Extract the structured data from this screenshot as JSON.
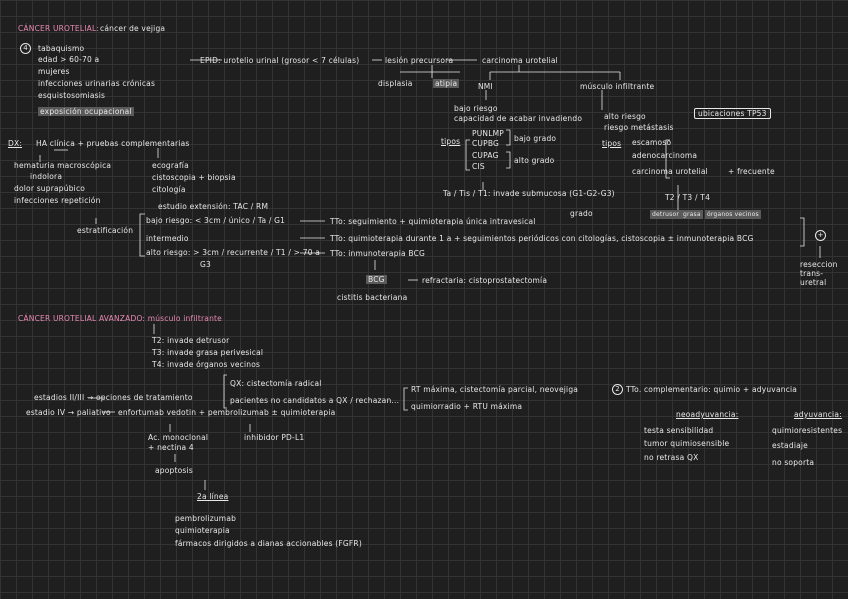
{
  "s1": {
    "title": "CÁNCER UROTELIAL:",
    "title_sub": "cáncer de vejiga",
    "num": "4",
    "risk": [
      "tabaquismo",
      "edad > 60-70 a",
      "mujeres",
      "infecciones urinarias crónicas",
      "esquistosomiasis",
      "exposición ocupacional"
    ],
    "epid": "EPID: urotelio urinal (grosor < 7 células)",
    "path": [
      "lesión precursora",
      "carcinoma urotelial"
    ],
    "precursors": [
      "displasia",
      "atipia"
    ],
    "nmi": "NMI",
    "mi": "músculo infiltrante",
    "nmi_feats": [
      "bajo riesgo",
      "capacidad de acabar invadiendo"
    ],
    "types_label": "tipos",
    "nmi_types": [
      "PUNLMP",
      "CUPBG",
      "CUPAG",
      "CIS"
    ],
    "grade_low": "bajo grado",
    "grade_high": "alto grado",
    "ta_line": "Ta / Tis / T1: invade submucosa (G1-G2-G3)",
    "grado": "grado",
    "mi_feats": [
      "alto riesgo",
      "riesgo metástasis"
    ],
    "mi_extra": "ubicaciones TP53",
    "mi_types": [
      "escamoso",
      "adenocarcinoma",
      "carcinoma urotelial",
      "+ frecuente"
    ],
    "t_stage": "T2 / T3 / T4",
    "t_sub": [
      "detrusor",
      "grasa",
      "órganos vecinos"
    ],
    "dx_label": "DX:",
    "dx_text": "HA clínica + pruebas complementarias",
    "clinic": [
      "hematuria macroscópica",
      "indolora",
      "dolor suprapúbico",
      "infecciones repetición"
    ],
    "tests": [
      "ecografía",
      "cistoscopia + biopsia",
      "citología",
      "estudio extensión: TAC / RM"
    ],
    "estrat": "estratificación",
    "risks": [
      "bajo riesgo: < 3cm / único / Ta / G1",
      "intermedio",
      "alto riesgo: > 3cm / recurrente / T1 / > 70 a",
      "G3"
    ],
    "tx": [
      "TTo: seguimiento + quimioterapia única intravesical",
      "TTo: quimioterapia durante 1 a + seguimientos periódicos con citologías, cistoscopia ± inmunoterapia BCG",
      "TTo: inmunoterapia BCG"
    ],
    "bcg": "BCG",
    "refractaria": "refractaria: cistoprostatectomía",
    "cistitis": "cistitis bacteriana",
    "recurrence_num": "+",
    "recurrence": "reseccion trans-uretral"
  },
  "s2": {
    "title": "CÁNCER UROTELIAL AVANZADO: músculo infiltrante",
    "stages": [
      "T2: invade detrusor",
      "T3: invade grasa perivesical",
      "T4: invade órganos vecinos"
    ],
    "estadio_a": "estadios II/III → opciones de tratamiento",
    "estadio_b": "estadio IV → paliativo",
    "opt_a": "QX: cistectomía radical",
    "opt_b": "pacientes no candidatos a QX / rechazan...",
    "opt_c": "RT máxima, cistectomía parcial, neovejiga",
    "opt_d": "quimiorradio + RTU máxima",
    "tx_num": "2",
    "tx_comp": "TTo. complementario: quimio + adyuvancia",
    "neo": "neoadyuvancia:",
    "neo_list": [
      "testa sensibilidad",
      "tumor quimiosensible",
      "no retrasa QX"
    ],
    "adj": "adyuvancia:",
    "adj_list": [
      "quimioresistentes",
      "estadiaje",
      "no soporta"
    ],
    "palliative": "enfortumab vedotin + pembrolizumab ± quimioterapia",
    "ac": "Ac. monoclonal",
    "ac_sub": "+ nectina 4",
    "parp": "inhibidor PD-L1",
    "apoptosis": "apoptosis",
    "second": "2a línea",
    "second_list": [
      "pembrolizumab",
      "quimioterapia",
      "fármacos dirigidos a dianas accionables (FGFR)"
    ]
  }
}
